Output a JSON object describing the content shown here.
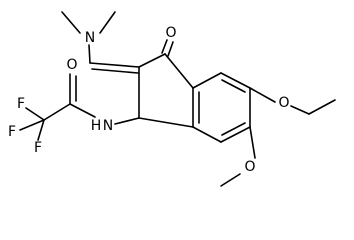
{
  "structure": {
    "atoms": {
      "N_dimethylamino": "N",
      "O_ketone": "O",
      "O_amide": "O",
      "N_amide": "N",
      "H_amide": "H",
      "F_top": "F",
      "F_left": "F",
      "F_bottom": "F",
      "O_ethoxy": "O",
      "O_methoxy": "O"
    }
  }
}
